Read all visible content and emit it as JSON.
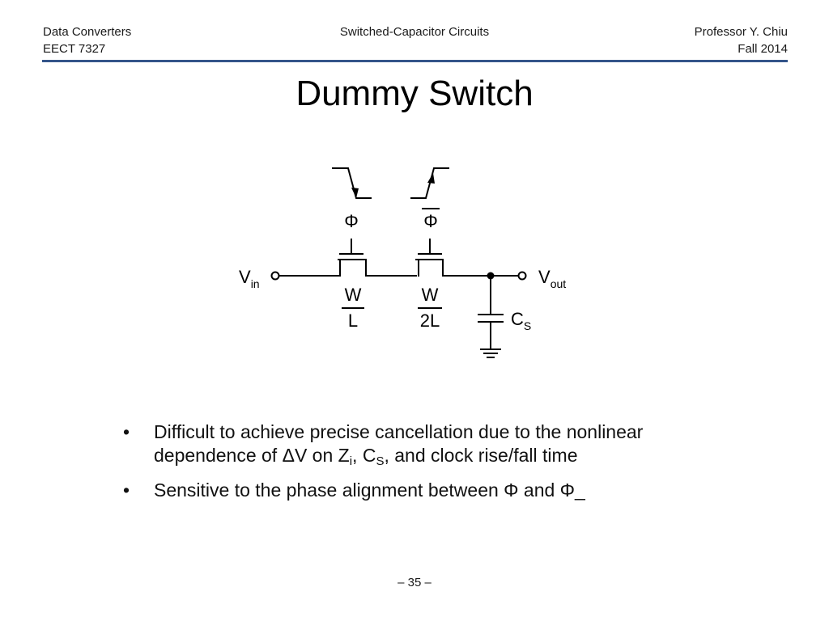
{
  "header": {
    "course": "Data Converters",
    "course_code": "EECT 7327",
    "topic": "Switched-Capacitor Circuits",
    "instructor": "Professor Y. Chiu",
    "term": "Fall 2014"
  },
  "colors": {
    "header_rule": "#34558a"
  },
  "slide": {
    "title": "Dummy Switch"
  },
  "circuit": {
    "vin_label": "V",
    "vin_sub": "in",
    "vout_label": "V",
    "vout_sub": "out",
    "main_switch_clock": "Φ",
    "dummy_switch_clock": "Φ",
    "main_switch_w": "W",
    "main_switch_l": "L",
    "dummy_switch_w": "W",
    "dummy_switch_l": "2L",
    "cap_label": "C",
    "cap_sub": "S"
  },
  "bullets": [
    {
      "line1": "Difficult to achieve precise cancellation due to the nonlinear",
      "line2_a": "dependence of ΔV on Z",
      "line2_sub1": "i",
      "line2_b": ", C",
      "line2_sub2": "S",
      "line2_c": ", and clock rise/fall time"
    },
    {
      "text": "Sensitive to the phase alignment between Φ and Φ_"
    }
  ],
  "footer": {
    "page_number": "– 35 –"
  }
}
